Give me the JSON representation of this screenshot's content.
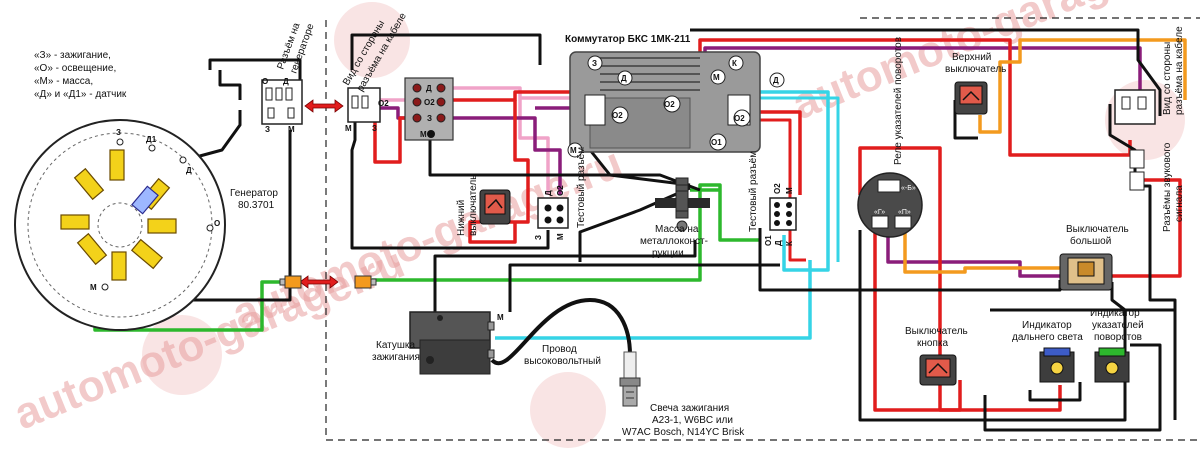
{
  "legend": {
    "lines": [
      "«З» - зажигание,",
      "«О» - освещение,",
      "«М» - масса,",
      "«Д» и «Д1» - датчик"
    ]
  },
  "generator": {
    "title": "Генератор",
    "model": "80.3701",
    "pins": {
      "z": "З",
      "d1": "Д1",
      "d": "Д",
      "m": "М",
      "o": "О"
    }
  },
  "gen_connector": {
    "label_l1": "Разъём на",
    "label_l2": "генераторе",
    "pins": {
      "o": "О",
      "d": "Д",
      "z": "З",
      "m": "М"
    }
  },
  "cable_side_left": {
    "label_l1": "Вид со стороны",
    "label_l2": "разъёма на кабеле",
    "pins": {
      "o2": "О2",
      "m": "М",
      "z": "З"
    }
  },
  "block_pins": {
    "d": "Д",
    "o2": "О2",
    "z": "З",
    "m": "М"
  },
  "commutator": {
    "title": "Коммутатор БКС 1МК-211",
    "pins": {
      "z": "З",
      "d": "Д",
      "o2a": "О2",
      "m_left": "М",
      "m": "М",
      "k": "К",
      "d_right": "Д",
      "o2b": "О2",
      "o1": "О1"
    }
  },
  "lower_switch": {
    "l1": "Нижний",
    "l2": "выключатель"
  },
  "test_connector_left": {
    "label": "Тестовый разъём",
    "pins": {
      "d": "Д",
      "o2": "О2",
      "z": "З",
      "m": "М"
    }
  },
  "test_connector_right": {
    "label": "Тестовый разъём",
    "pins": {
      "o2": "О2",
      "m": "М",
      "o1": "О1",
      "d": "Д",
      "k": "К"
    }
  },
  "ground": {
    "l1": "Масса на",
    "l2": "металлоконст-",
    "l3": "рукции"
  },
  "coil": {
    "l1": "Катушка",
    "l2": "зажигания",
    "pin_m": "М"
  },
  "hv_wire": {
    "l1": "Провод",
    "l2": "высоковольтный"
  },
  "spark_plug": {
    "l1": "Свеча зажигания",
    "l2": "А23-1, W6BC или",
    "l3": "W7AC Bosch, N14YC Brisk"
  },
  "relay": {
    "label": "Реле указателей поворотов",
    "pin_b": "«-Б»",
    "pin_g": "«Г»",
    "pin_p": "«П»"
  },
  "upper_switch": {
    "l1": "Верхний",
    "l2": "выключатель"
  },
  "cable_side_right": {
    "l1": "Вид со стороны",
    "l2": "разъёма на кабеле"
  },
  "horn": {
    "l1": "Разъёмы звукового",
    "l2": "сигнала"
  },
  "big_switch": {
    "l1": "Выключатель",
    "l2": "большой"
  },
  "button_switch": {
    "l1": "Выключатель",
    "l2": "кнопка"
  },
  "high_beam": {
    "l1": "Индикатор",
    "l2": "дальнего света"
  },
  "turn_ind": {
    "l1": "Индикатор",
    "l2": "указателей",
    "l3": "поворотов"
  },
  "watermark": {
    "text": "automoto-garage.ru"
  },
  "colors": {
    "black": "#111111",
    "red": "#e11d1d",
    "pink": "#f0a3c8",
    "purple": "#8a1d7a",
    "green": "#2db82d",
    "cyan": "#35d4e6",
    "orange": "#f39a1e",
    "grey": "#6b6b6b"
  }
}
